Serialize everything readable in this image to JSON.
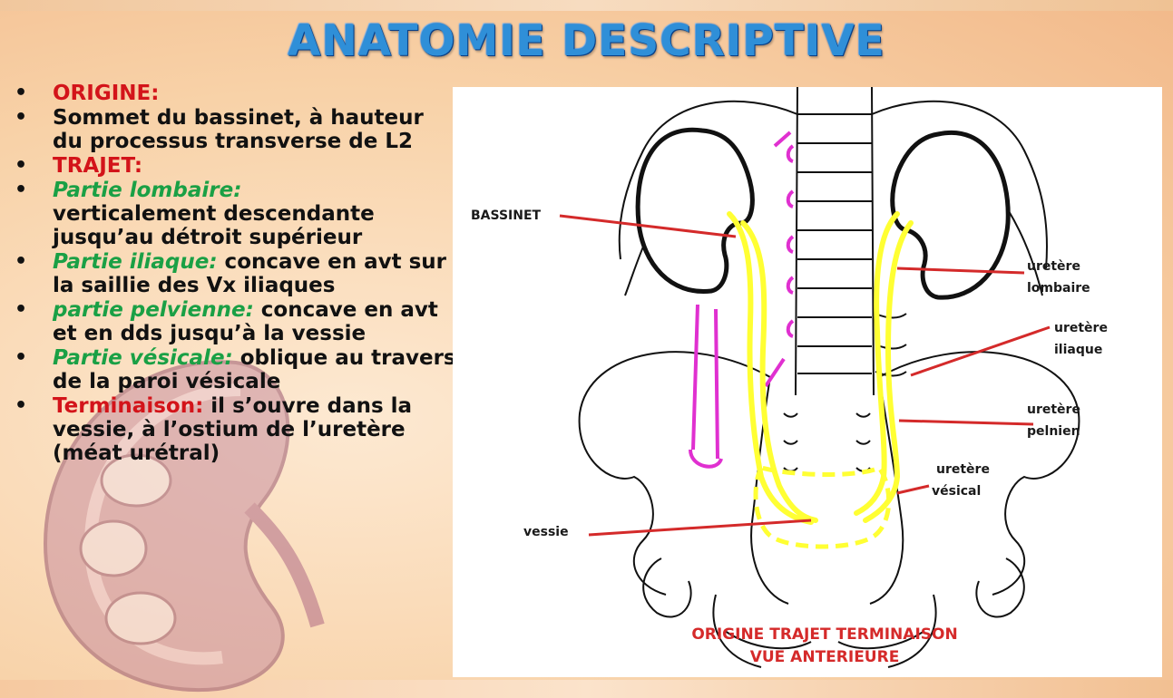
{
  "title": "ANATOMIE DESCRIPTIVE",
  "bullets": [
    {
      "label": "ORIGINE:",
      "text": ""
    },
    {
      "label": "",
      "text": "Sommet du bassinet, à hauteur du processus transverse de L2"
    },
    {
      "label": "TRAJET:",
      "text": ""
    },
    {
      "label": "Partie lombaire:",
      "text": "verticalement descendante jusqu’au détroit supérieur"
    },
    {
      "label": "Partie iliaque:",
      "text": " concave en avt sur la saillie des Vx iliaques"
    },
    {
      "label": " partie pelvienne:",
      "text": " concave en avt et en dds jusqu’à la vessie"
    },
    {
      "label": "Partie vésicale:",
      "text": " oblique au travers de la paroi vésicale"
    },
    {
      "label": "Terminaison:",
      "text": " il s’ouvre dans la vessie, à l’ostium de l’uretère (méat urétral)"
    }
  ],
  "diagram": {
    "labels": {
      "bassinet": "BASSINET",
      "lombaire_1": "uretère",
      "lombaire_2": "lombaire",
      "iliaque_1": "uretère",
      "iliaque_2": "iliaque",
      "pelvien_1": "uretère",
      "pelvien_2": "pelnien",
      "vesical_1": "uretère",
      "vesical_2": "vésical",
      "vessie": "vessie"
    },
    "caption_line1": "ORIGINE TRAJET TERMINAISON",
    "caption_line2": "VUE ANTERIEURE"
  },
  "colors": {
    "title": "#2f8fd8",
    "red": "#d3141a",
    "green": "#1aa045",
    "ureter": "#ffff33",
    "vein": "#e030d0",
    "pointer": "#d42a2a"
  }
}
